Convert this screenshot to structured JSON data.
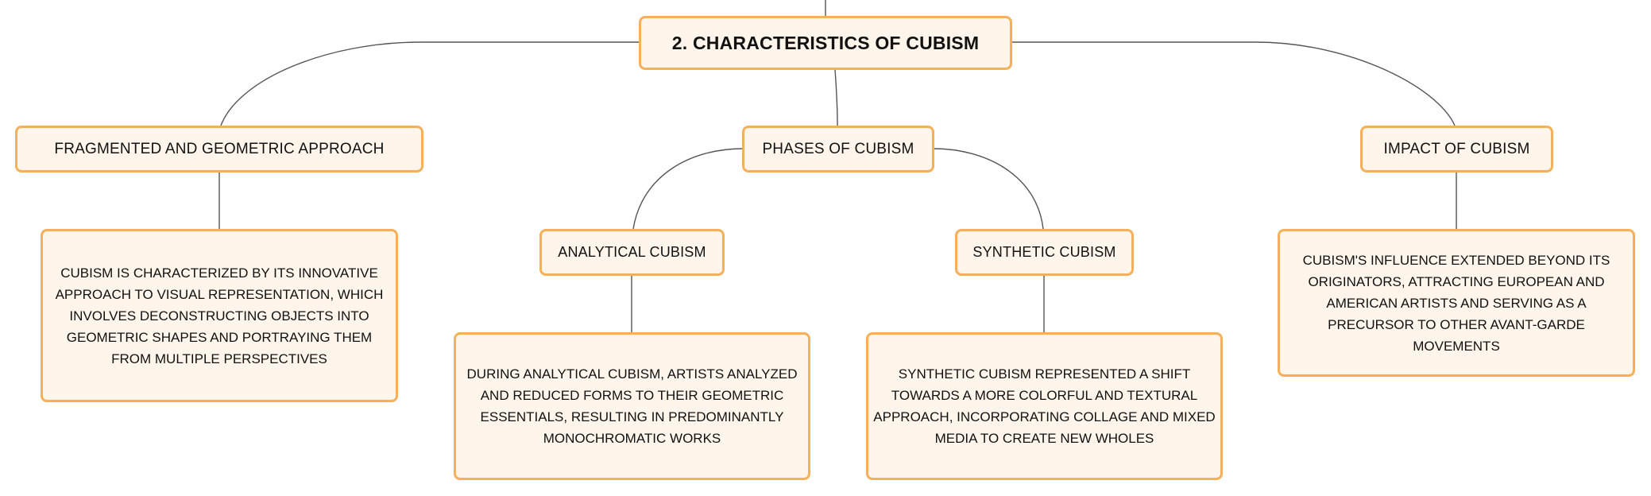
{
  "diagram": {
    "root": {
      "label": "2. CHARACTERISTICS OF CUBISM"
    },
    "fragmented": {
      "label": "FRAGMENTED AND GEOMETRIC APPROACH",
      "text": "CUBISM IS CHARACTERIZED BY ITS INNOVATIVE APPROACH TO VISUAL REPRESENTATION, WHICH INVOLVES DECONSTRUCTING OBJECTS INTO GEOMETRIC SHAPES AND PORTRAYING THEM FROM MULTIPLE PERSPECTIVES"
    },
    "phases": {
      "label": "PHASES OF CUBISM",
      "analytical": {
        "label": "ANALYTICAL CUBISM",
        "text": "DURING ANALYTICAL CUBISM, ARTISTS ANALYZED AND REDUCED FORMS TO THEIR GEOMETRIC ESSENTIALS, RESULTING IN PREDOMINANTLY MONOCHROMATIC WORKS"
      },
      "synthetic": {
        "label": "SYNTHETIC CUBISM",
        "text": "SYNTHETIC CUBISM REPRESENTED A SHIFT TOWARDS A MORE COLORFUL AND TEXTURAL APPROACH, INCORPORATING COLLAGE AND MIXED MEDIA TO CREATE NEW WHOLES"
      }
    },
    "impact": {
      "label": "IMPACT OF CUBISM",
      "text": "CUBISM'S INFLUENCE EXTENDED BEYOND ITS ORIGINATORS, ATTRACTING EUROPEAN AND AMERICAN ARTISTS AND SERVING AS A PRECURSOR TO OTHER AVANT-GARDE MOVEMENTS"
    }
  },
  "colors": {
    "node_fill": "#fff5ea",
    "node_border": "#f6b05a",
    "connector": "#555555",
    "text": "#111111"
  }
}
